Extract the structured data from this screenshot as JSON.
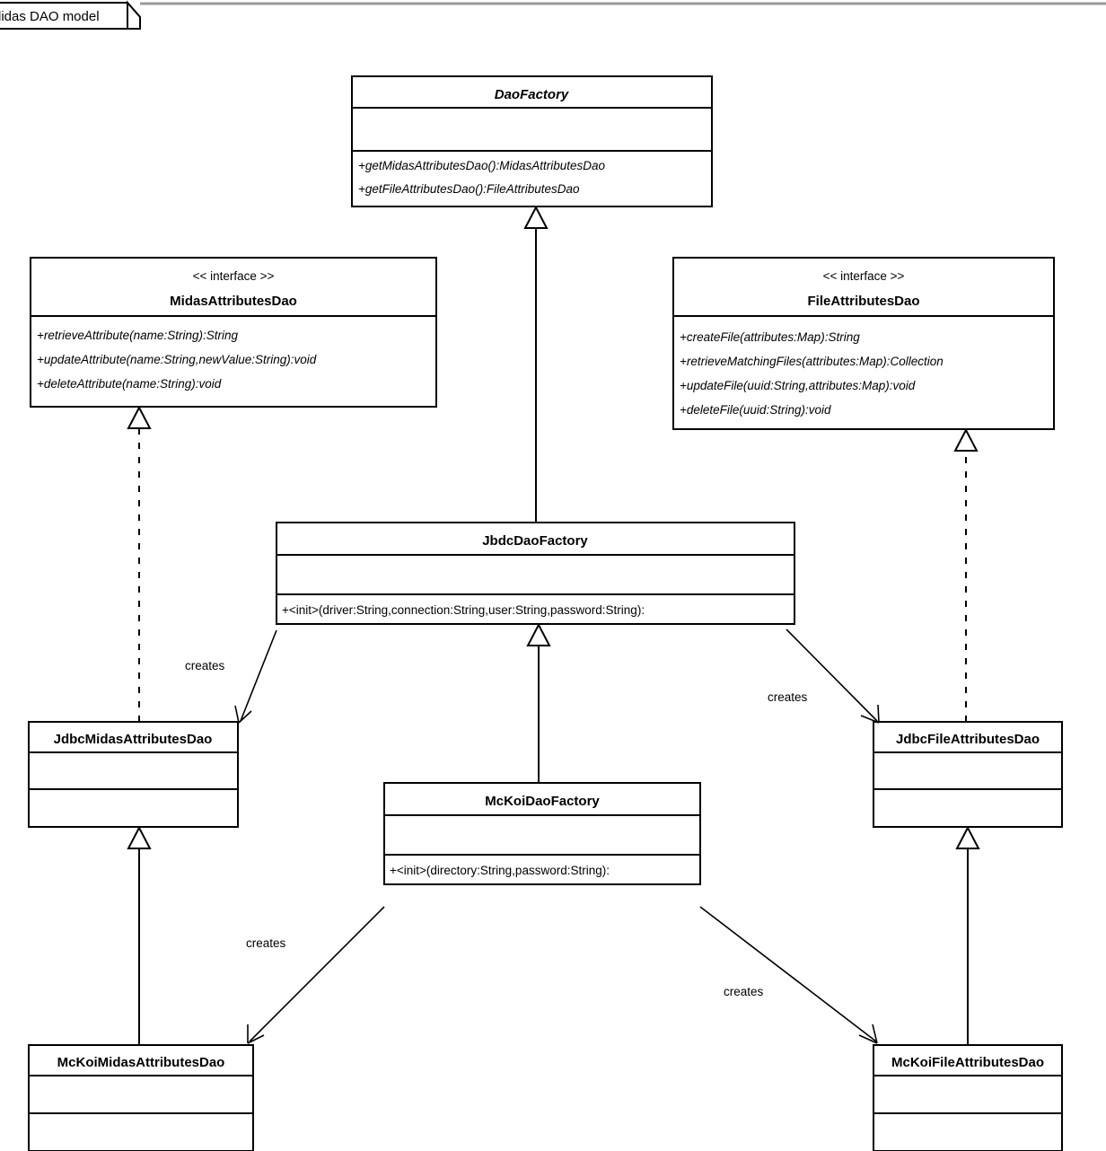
{
  "diagram": {
    "tab_label": "lidas DAO model",
    "type": "uml-class-diagram"
  },
  "classes": [
    {
      "id": "dao-factory",
      "name": "DaoFactory",
      "stereotype": "",
      "abstract": true,
      "attributes": [],
      "operations": [
        "+getMidasAttributesDao():MidasAttributesDao",
        "+getFileAttributesDao():FileAttributesDao"
      ],
      "italic_operations": true
    },
    {
      "id": "midas-attributes-dao",
      "name": "MidasAttributesDao",
      "stereotype": "<< interface >>",
      "abstract": false,
      "attributes": [],
      "operations": [
        "+retrieveAttribute(name:String):String",
        "+updateAttribute(name:String,newValue:String):void",
        "+deleteAttribute(name:String):void"
      ],
      "italic_operations": true
    },
    {
      "id": "file-attributes-dao",
      "name": "FileAttributesDao",
      "stereotype": "<< interface >>",
      "abstract": false,
      "attributes": [],
      "operations": [
        "+createFile(attributes:Map):String",
        "+retrieveMatchingFiles(attributes:Map):Collection",
        "+updateFile(uuid:String,attributes:Map):void",
        "+deleteFile(uuid:String):void"
      ],
      "italic_operations": true
    },
    {
      "id": "jbdc-dao-factory",
      "name": "JbdcDaoFactory",
      "stereotype": "",
      "abstract": false,
      "attributes": [],
      "operations": [
        "+<init>(driver:String,connection:String,user:String,password:String):"
      ],
      "italic_operations": false
    },
    {
      "id": "mckoi-dao-factory",
      "name": "McKoiDaoFactory",
      "stereotype": "",
      "abstract": false,
      "attributes": [],
      "operations": [
        "+<init>(directory:String,password:String):"
      ],
      "italic_operations": false
    },
    {
      "id": "jdbc-midas-attributes-dao",
      "name": "JdbcMidasAttributesDao",
      "stereotype": "",
      "abstract": false,
      "attributes": [],
      "operations": [],
      "italic_operations": false
    },
    {
      "id": "jdbc-file-attributes-dao",
      "name": "JdbcFileAttributesDao",
      "stereotype": "",
      "abstract": false,
      "attributes": [],
      "operations": [],
      "italic_operations": false
    },
    {
      "id": "mckoi-midas-attributes-dao",
      "name": "McKoiMidasAttributesDao",
      "stereotype": "",
      "abstract": false,
      "attributes": [],
      "operations": [],
      "italic_operations": false
    },
    {
      "id": "mckoi-file-attributes-dao",
      "name": "McKoiFileAttributesDao",
      "stereotype": "",
      "abstract": false,
      "attributes": [],
      "operations": [],
      "italic_operations": false
    }
  ],
  "relationships": [
    {
      "id": "rel-jbdc-extends-daofactory",
      "from": "jbdc-dao-factory",
      "to": "dao-factory",
      "kind": "generalization",
      "label": ""
    },
    {
      "id": "rel-mckoi-extends-jbdc",
      "from": "mckoi-dao-factory",
      "to": "jbdc-dao-factory",
      "kind": "generalization",
      "label": ""
    },
    {
      "id": "rel-jdbcmidas-realizes-midas",
      "from": "jdbc-midas-attributes-dao",
      "to": "midas-attributes-dao",
      "kind": "realization",
      "label": ""
    },
    {
      "id": "rel-jdbcfile-realizes-file",
      "from": "jdbc-file-attributes-dao",
      "to": "file-attributes-dao",
      "kind": "realization",
      "label": ""
    },
    {
      "id": "rel-mckoimidas-extends-jdbcmidas",
      "from": "mckoi-midas-attributes-dao",
      "to": "jdbc-midas-attributes-dao",
      "kind": "generalization",
      "label": ""
    },
    {
      "id": "rel-mckoifile-extends-jdbcfile",
      "from": "mckoi-file-attributes-dao",
      "to": "jdbc-file-attributes-dao",
      "kind": "generalization",
      "label": ""
    },
    {
      "id": "rel-jbdc-creates-jdbcmidas",
      "from": "jbdc-dao-factory",
      "to": "jdbc-midas-attributes-dao",
      "kind": "dependency",
      "label": "creates"
    },
    {
      "id": "rel-jbdc-creates-jdbcfile",
      "from": "jbdc-dao-factory",
      "to": "jdbc-file-attributes-dao",
      "kind": "dependency",
      "label": "creates"
    },
    {
      "id": "rel-mckoi-creates-mckoimidas",
      "from": "mckoi-dao-factory",
      "to": "mckoi-midas-attributes-dao",
      "kind": "dependency",
      "label": "creates"
    },
    {
      "id": "rel-mckoi-creates-mckoifile",
      "from": "mckoi-dao-factory",
      "to": "mckoi-file-attributes-dao",
      "kind": "dependency",
      "label": "creates"
    }
  ],
  "edge_labels": {
    "creates_1": "creates",
    "creates_2": "creates",
    "creates_3": "creates",
    "creates_4": "creates"
  }
}
